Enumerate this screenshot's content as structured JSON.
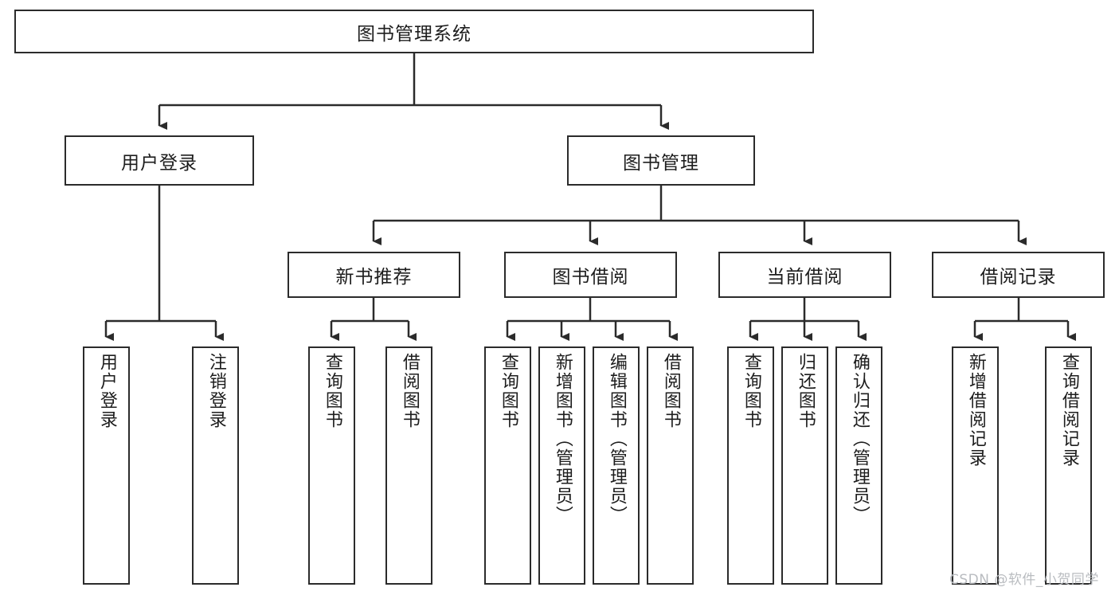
{
  "diagram": {
    "type": "tree",
    "title": "图书管理系统",
    "root": {
      "label": "图书管理系统"
    },
    "level2": [
      {
        "label": "用户登录"
      },
      {
        "label": "图书管理"
      }
    ],
    "level3": [
      {
        "label": "新书推荐"
      },
      {
        "label": "图书借阅"
      },
      {
        "label": "当前借阅"
      },
      {
        "label": "借阅记录"
      }
    ],
    "leaves": {
      "user_login": [
        {
          "label": "用户登录"
        },
        {
          "label": "注销登录"
        }
      ],
      "new_book_recommend": [
        {
          "label": "查询图书"
        },
        {
          "label": "借阅图书"
        }
      ],
      "book_borrow": [
        {
          "label": "查询图书"
        },
        {
          "label": "新增图书（管理员）"
        },
        {
          "label": "编辑图书（管理员）"
        },
        {
          "label": "借阅图书"
        }
      ],
      "current_borrow": [
        {
          "label": "查询图书"
        },
        {
          "label": "归还图书"
        },
        {
          "label": "确认归还（管理员）"
        }
      ],
      "borrow_records": [
        {
          "label": "新增借阅记录"
        },
        {
          "label": "查询借阅记录"
        }
      ]
    },
    "colors": {
      "stroke": "#2b2b2b",
      "fill": "#ffffff",
      "text": "#1d1d1d",
      "watermark": "#b9bcc0"
    }
  },
  "watermark": {
    "text": "CSDN @软件_小贺同学"
  }
}
